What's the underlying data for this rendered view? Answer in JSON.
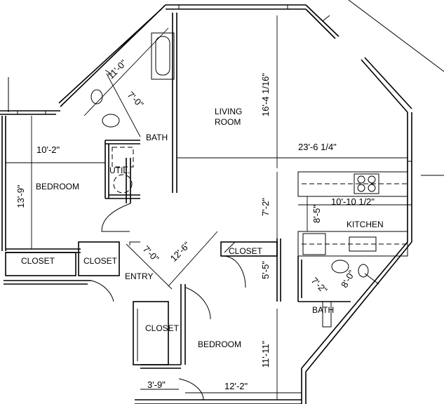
{
  "rooms": {
    "living_room_line1": "LIVING",
    "living_room_line2": "ROOM",
    "bedroom_west": "BEDROOM",
    "bedroom_south": "BEDROOM",
    "kitchen": "KITCHEN",
    "bath_north": "BATH",
    "bath_east": "BATH",
    "utility": "UTIL.",
    "entry": "ENTRY",
    "closet_west_long": "CLOSET",
    "closet_west_small": "CLOSET",
    "closet_center": "CLOSET",
    "closet_south": "CLOSET"
  },
  "dimensions": {
    "living_height": "16'-4 1/16\"",
    "living_width": "23'-6 1/4\"",
    "diag_11_0": "11'-0\"",
    "diag_7_0_north": "7'-0\"",
    "bed_west_width": "10'-2\"",
    "bed_west_height": "13'-9\"",
    "living_lower": "7'-2\"",
    "kitchen_width": "10'-10 1/2\"",
    "kitchen_height": "8'-5\"",
    "entry_7_0": "7'-0\"",
    "entry_12_6": "12'-6\"",
    "closet_5_5": "5'-5\"",
    "bath_7_2": "7'-2\"",
    "bath_8_0": "8'-0\"",
    "bed_south_height": "11'-11\"",
    "bed_south_width": "12'-2\"",
    "closet_3_9": "3'-9\""
  }
}
